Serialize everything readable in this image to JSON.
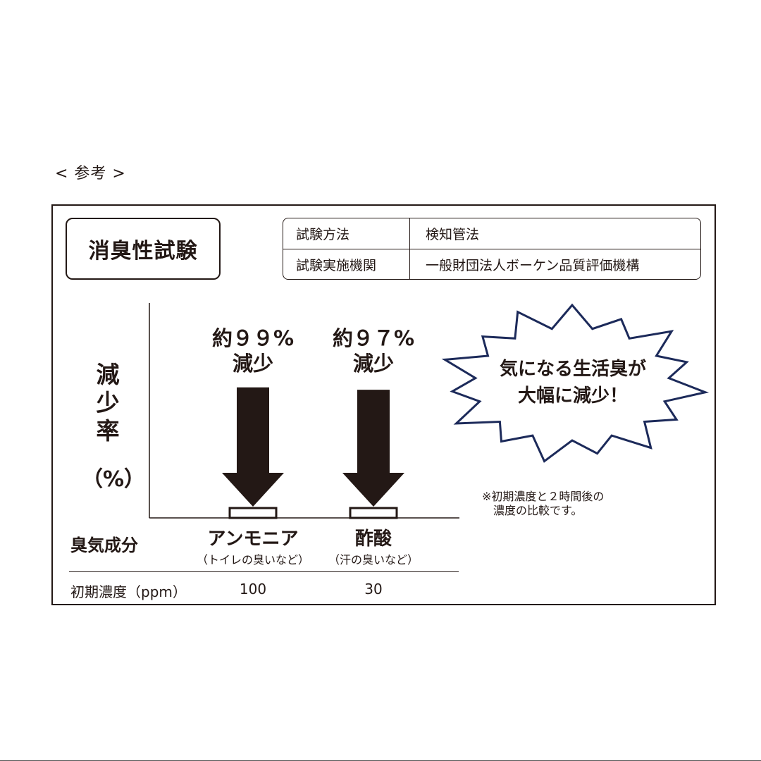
{
  "reference_label": "< 参考 >",
  "title": "消臭性試験",
  "info_table": [
    {
      "key": "試験方法",
      "value": "検知管法"
    },
    {
      "key": "試験実施機関",
      "value": "一般財団法人ボーケン品質評価機構"
    }
  ],
  "burst_text_line1": "気になる生活臭が",
  "burst_text_line2": "大幅に減少！",
  "footnote": "※初期濃度と２時間後の\n　濃度の比較です。",
  "row_labels": {
    "odor_component": "臭気成分",
    "initial_concentration": "初期濃度（ppm）"
  },
  "colors": {
    "ink": "#231815",
    "burst_outline": "#1c2a5a",
    "background": "#ffffff"
  },
  "chart_data": {
    "type": "bar",
    "ylabel": "減少率",
    "yunit": "（%）",
    "categories": [
      {
        "name": "アンモニア",
        "sub": "（トイレの臭いなど）",
        "initial_ppm": "100",
        "reduction_percent": 99,
        "reduction_label_line1": "約９９%",
        "reduction_label_line2": "減少"
      },
      {
        "name": "酢酸",
        "sub": "（汗の臭いなど）",
        "initial_ppm": "30",
        "reduction_percent": 97,
        "reduction_label_line1": "約９７%",
        "reduction_label_line2": "減少"
      }
    ]
  }
}
